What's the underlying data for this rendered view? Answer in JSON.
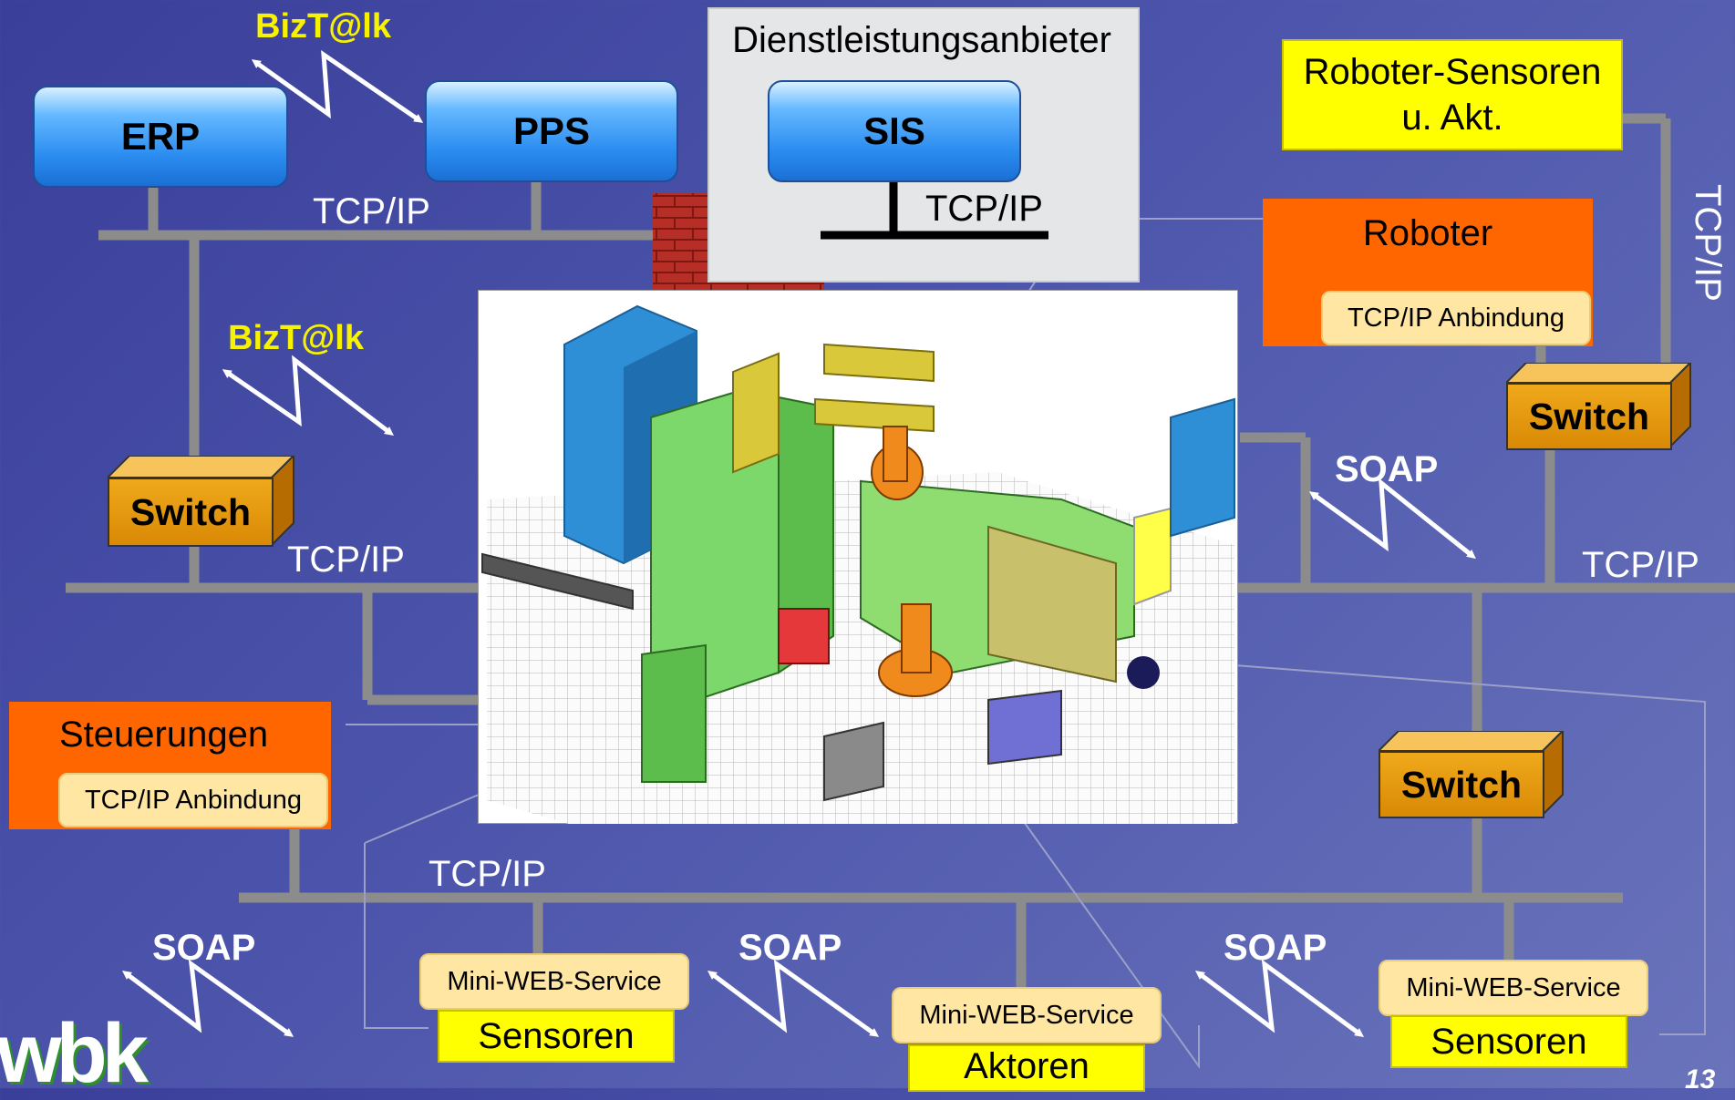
{
  "servers": {
    "erp": "ERP",
    "pps": "PPS",
    "sis": "SIS"
  },
  "provider": {
    "title": "Dienstleistungsanbieter"
  },
  "protocols": {
    "bizt": "BizT@lk",
    "tcp": "TCP/IP",
    "soap": "SOAP"
  },
  "robot_sensors": {
    "line1": "Roboter-Sensoren",
    "line2": "u. Akt."
  },
  "robot": {
    "title": "Roboter",
    "binding": "TCP/IP Anbindung"
  },
  "controls": {
    "title": "Steuerungen",
    "binding": "TCP/IP Anbindung"
  },
  "switch_label": "Switch",
  "devices": {
    "mini": "Mini-WEB-Service",
    "sensors": "Sensoren",
    "actuators": "Aktoren"
  },
  "logo": "wbk",
  "page_number": "13",
  "colors": {
    "background": "#4c55ab",
    "server": "#2b8cf0",
    "highlight": "#ffff00",
    "orange": "#ff6600",
    "switch": "#e39a10",
    "bus": "#8c8c8c"
  }
}
